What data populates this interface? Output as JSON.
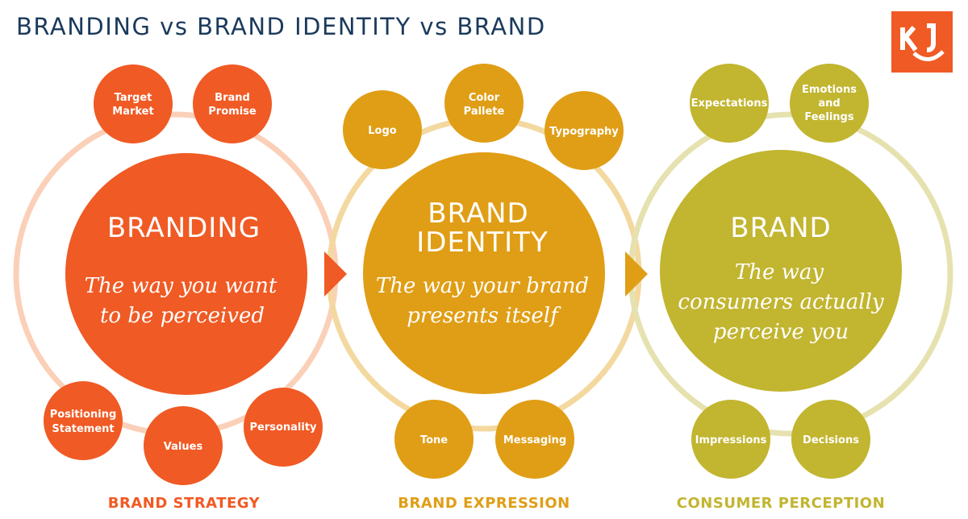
{
  "title": "BRANDING vs BRAND IDENTITY vs BRAND",
  "logo_text": "KJ",
  "colors": {
    "branding": "#F05A24",
    "identity": "#E09E16",
    "brand": "#C2B530",
    "title": "#1B3A5C"
  },
  "sections": [
    {
      "heading": "BRANDING",
      "subtitle": [
        "The way you want",
        "to be perceived"
      ],
      "footer": "BRAND STRATEGY",
      "nodes": [
        [
          "Target",
          "Market"
        ],
        [
          "Brand",
          "Promise"
        ],
        [
          "Positioning",
          "Statement"
        ],
        [
          "Values"
        ],
        [
          "Personality"
        ]
      ]
    },
    {
      "heading": [
        "BRAND",
        "IDENTITY"
      ],
      "subtitle": [
        "The way your brand",
        "presents itself"
      ],
      "footer": "BRAND EXPRESSION",
      "nodes": [
        [
          "Logo"
        ],
        [
          "Color",
          "Pallete"
        ],
        [
          "Typography"
        ],
        [
          "Tone"
        ],
        [
          "Messaging"
        ]
      ]
    },
    {
      "heading": "BRAND",
      "subtitle": [
        "The way",
        "consumers actually",
        "perceive you"
      ],
      "footer": "CONSUMER PERCEPTION",
      "nodes": [
        [
          "Expectations"
        ],
        [
          "Emotions",
          "and",
          "Feelings"
        ],
        [
          "Impressions"
        ],
        [
          "Decisions"
        ]
      ]
    }
  ]
}
